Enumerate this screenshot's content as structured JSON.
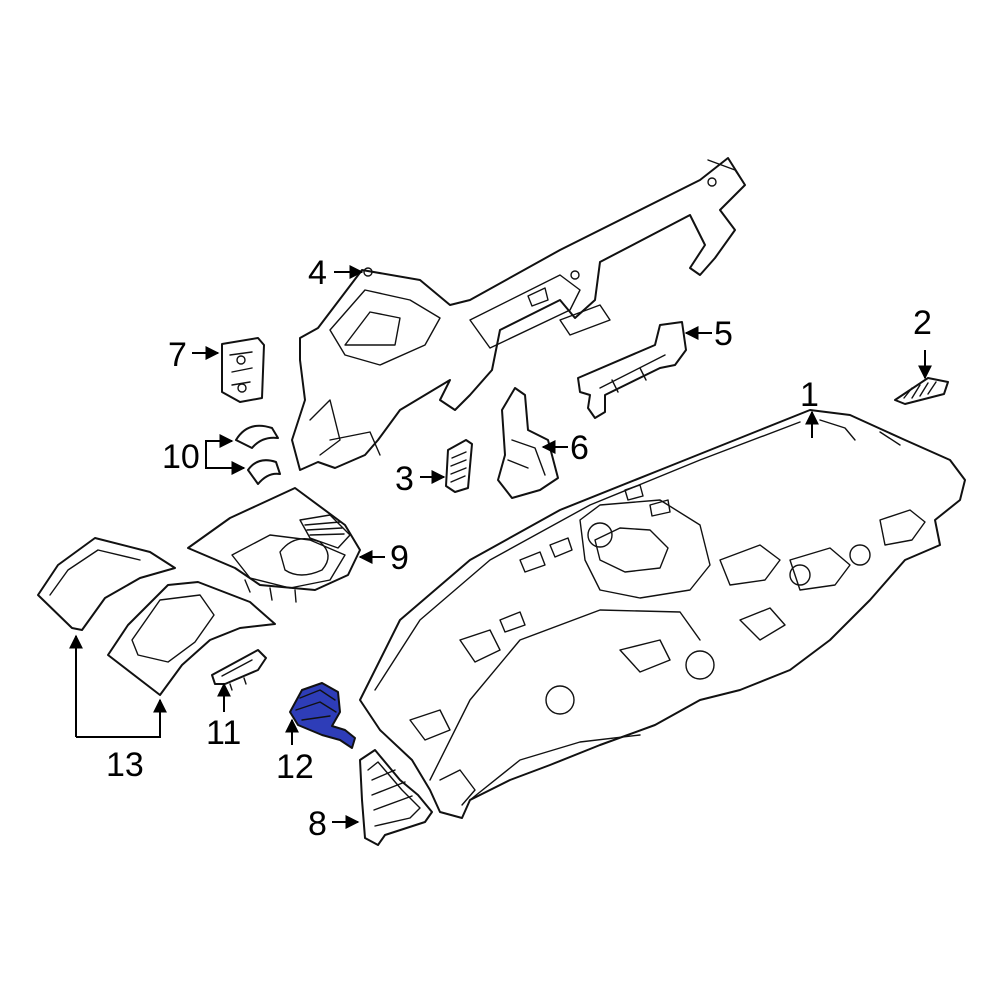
{
  "diagram": {
    "highlight_color": "#2E3DB8",
    "outline_color": "#111111",
    "highlighted_callout": "12",
    "callouts": [
      {
        "id": "c1",
        "label": "1"
      },
      {
        "id": "c2",
        "label": "2"
      },
      {
        "id": "c3",
        "label": "3"
      },
      {
        "id": "c4",
        "label": "4"
      },
      {
        "id": "c5",
        "label": "5"
      },
      {
        "id": "c6",
        "label": "6"
      },
      {
        "id": "c7",
        "label": "7"
      },
      {
        "id": "c8",
        "label": "8"
      },
      {
        "id": "c9",
        "label": "9"
      },
      {
        "id": "c10",
        "label": "10"
      },
      {
        "id": "c11",
        "label": "11"
      },
      {
        "id": "c12",
        "label": "12"
      },
      {
        "id": "c13",
        "label": "13"
      }
    ]
  }
}
